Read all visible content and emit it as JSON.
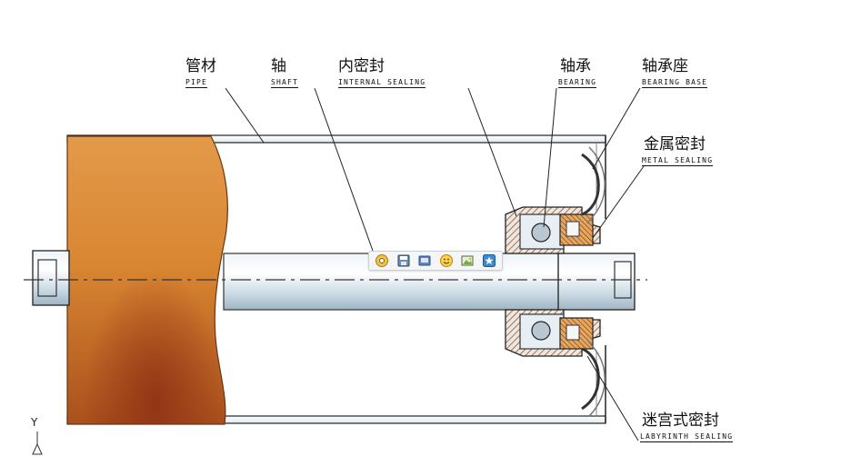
{
  "labels": {
    "pipe": {
      "cn": "管材",
      "en": "PIPE"
    },
    "shaft": {
      "cn": "轴",
      "en": "SHAFT"
    },
    "internal_sealing": {
      "cn": "内密封",
      "en": "INTERNAL SEALING"
    },
    "bearing": {
      "cn": "轴承",
      "en": "BEARING"
    },
    "bearing_base": {
      "cn": "轴承座",
      "en": "BEARING BASE"
    },
    "metal_sealing": {
      "cn": "金属密封",
      "en": "METAL SEALING"
    },
    "labyrinth_sealing": {
      "cn": "迷宫式密封",
      "en": "LABYRINTH SEALING"
    }
  },
  "axis_indicator": {
    "label": "Y",
    "icon": "triangle-axis-icon"
  },
  "toolbar": {
    "buttons": [
      {
        "icon": "gear-icon"
      },
      {
        "icon": "save-icon"
      },
      {
        "icon": "print-icon"
      },
      {
        "icon": "smiley-icon"
      },
      {
        "icon": "image-icon"
      },
      {
        "icon": "star-icon"
      }
    ]
  },
  "colors": {
    "roller_coating": "#c9742a",
    "shaft": "#d4e2ec",
    "housing_hatch": "#7a5c4a",
    "seal_orange": "#e8a25a",
    "line": "#222222"
  }
}
